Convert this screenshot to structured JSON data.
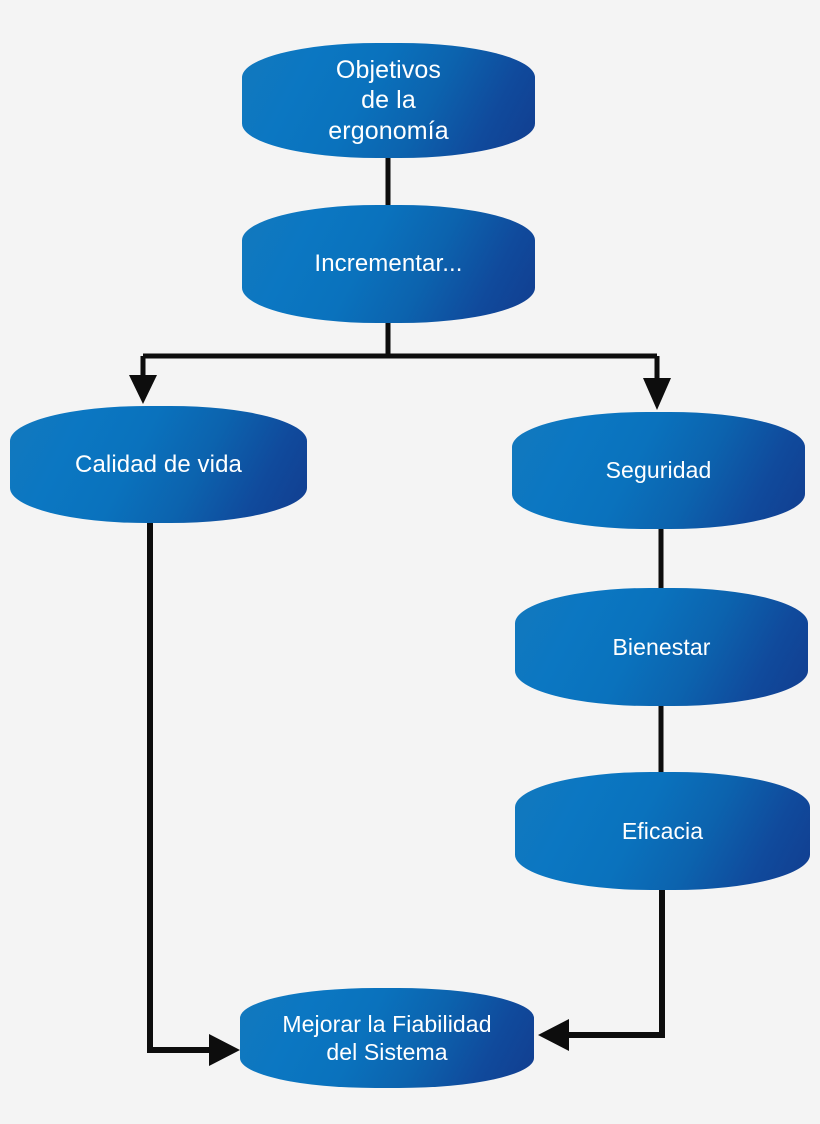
{
  "diagram": {
    "title": "Objetivos de la ergonomía",
    "type": "flowchart",
    "language": "es",
    "background_color": "#f4f4f4",
    "node_gradient_from": "#1378bd",
    "node_gradient_to": "#123d8f",
    "node_text_color": "#ffffff",
    "connector_color": "#0d0d0d"
  },
  "nodes": [
    {
      "id": "objetivos",
      "label": "Objetivos\nde la\nergonomía"
    },
    {
      "id": "incrementar",
      "label": "Incrementar..."
    },
    {
      "id": "calidad",
      "label": "Calidad de vida"
    },
    {
      "id": "seguridad",
      "label": "Seguridad"
    },
    {
      "id": "bienestar",
      "label": "Bienestar"
    },
    {
      "id": "eficacia",
      "label": "Eficacia"
    },
    {
      "id": "fiabilidad",
      "label": "Mejorar la Fiabilidad\ndel Sistema"
    }
  ],
  "edges": [
    {
      "from": "objetivos",
      "to": "incrementar",
      "arrow": false
    },
    {
      "from": "incrementar",
      "to": "calidad",
      "arrow": true
    },
    {
      "from": "incrementar",
      "to": "seguridad",
      "arrow": true
    },
    {
      "from": "seguridad",
      "to": "bienestar",
      "arrow": false
    },
    {
      "from": "bienestar",
      "to": "eficacia",
      "arrow": false
    },
    {
      "from": "calidad",
      "to": "fiabilidad",
      "arrow": true
    },
    {
      "from": "eficacia",
      "to": "fiabilidad",
      "arrow": true
    }
  ]
}
